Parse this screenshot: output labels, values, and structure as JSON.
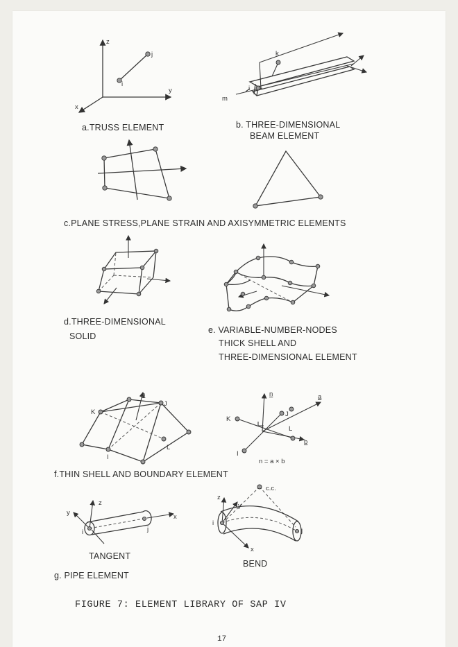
{
  "captions": {
    "a": "a.TRUSS ELEMENT",
    "b_line1": "b. THREE-DIMENSIONAL",
    "b_line2": "BEAM ELEMENT",
    "c": "c.PLANE STRESS,PLANE STRAIN AND AXISYMMETRIC ELEMENTS",
    "d_line1": "d.THREE-DIMENSIONAL",
    "d_line2": "SOLID",
    "e_line1": "e. VARIABLE-NUMBER-NODES",
    "e_line2": "THICK SHELL AND",
    "e_line3": "THREE-DIMENSIONAL ELEMENT",
    "f": "f.THIN SHELL AND BOUNDARY ELEMENT",
    "tangent": "TANGENT",
    "bend": "BEND",
    "g": "g. PIPE ELEMENT"
  },
  "labels": {
    "a_z": "z",
    "a_y": "y",
    "a_x": "x",
    "a_i": "i",
    "a_j": "j",
    "b_k": "k",
    "b_i": "i",
    "b_m": "m",
    "f_n": "n",
    "f_K": "K",
    "f_J": "J",
    "f_I": "I",
    "f_L": "L",
    "f2_n": "n",
    "f2_a": "a",
    "f2_b": "b",
    "f2_K": "K",
    "f2_J": "J",
    "f2_I": "I",
    "f2_L": "L",
    "f2_eq": "n = a × b",
    "g_z": "z",
    "g_y": "y",
    "g_x": "x",
    "g_i": "i",
    "g_j": "j",
    "g2_cc": "c.c.",
    "g2_z": "z",
    "g2_y": "y",
    "g2_x": "x",
    "g2_i": "i",
    "g2_j": "j"
  },
  "figure_caption": "FIGURE 7:  ELEMENT  LIBRARY  OF  SAP IV",
  "page_number": "17"
}
